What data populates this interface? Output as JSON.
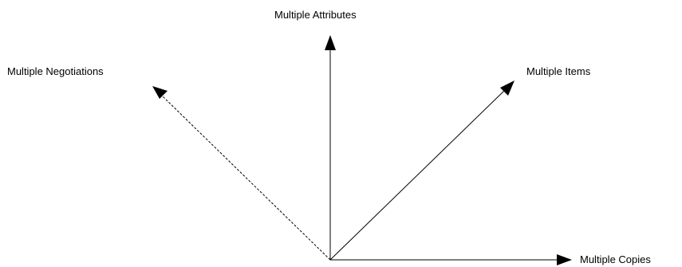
{
  "diagram": {
    "axes": [
      {
        "id": "attributes",
        "label": "Multiple Attributes",
        "style": "solid"
      },
      {
        "id": "negotiations",
        "label": "Multiple Negotiations",
        "style": "dashed"
      },
      {
        "id": "items",
        "label": "Multiple Items",
        "style": "solid"
      },
      {
        "id": "copies",
        "label": "Multiple Copies",
        "style": "solid"
      }
    ],
    "colors": {
      "line": "#000000",
      "background": "#ffffff"
    }
  }
}
